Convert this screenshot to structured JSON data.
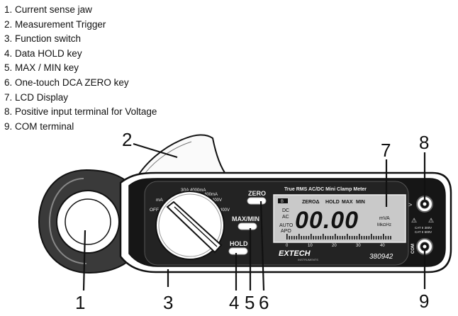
{
  "legend": [
    {
      "number": "1",
      "text": "Current sense jaw"
    },
    {
      "number": "2",
      "text": "Measurement Trigger"
    },
    {
      "number": "3",
      "text": "Function switch"
    },
    {
      "number": "4",
      "text": "Data HOLD key"
    },
    {
      "number": "5",
      "text": "MAX / MIN key"
    },
    {
      "number": "6",
      "text": "One-touch DCA ZERO key"
    },
    {
      "number": "7",
      "text": "LCD Display"
    },
    {
      "number": "8",
      "text": "Positive input terminal for Voltage"
    },
    {
      "number": "9",
      "text": "COM terminal"
    }
  ],
  "device": {
    "brand": "EXTECH",
    "brand_sub": "INSTRUMENTS",
    "model": "380942",
    "panel_title": "True RMS AC/DC Mini Clamp Meter",
    "buttons": {
      "zero": "ZERO",
      "maxmin": "MAX/MIN",
      "hold": "HOLD"
    },
    "dial_labels": {
      "off": "OFF",
      "ma": "mA",
      "a30": "30A",
      "a4000ma": "4000mA",
      "ma400": "400mA",
      "v400": "400V",
      "v400b": "400V"
    },
    "lcd": {
      "indicators": [
        "ZEROΔ",
        "HOLD",
        "MAX",
        "MIN"
      ],
      "digits": "00.00",
      "mode_dc": "DC",
      "mode_ac": "AC",
      "auto": "AUTO",
      "apo": "APO",
      "units": "mVA",
      "units2": "MkΩHz",
      "battery": "B",
      "scale": [
        "0",
        "10",
        "20",
        "30",
        "40"
      ]
    },
    "terminals": {
      "com": "COM",
      "cat_rating_1": "CAT II 300V",
      "cat_rating_2": "CAT II 600V"
    }
  },
  "callouts": {
    "n1": "1",
    "n2": "2",
    "n3": "3",
    "n4": "4",
    "n5": "5",
    "n6": "6",
    "n7": "7",
    "n8": "8",
    "n9": "9"
  }
}
